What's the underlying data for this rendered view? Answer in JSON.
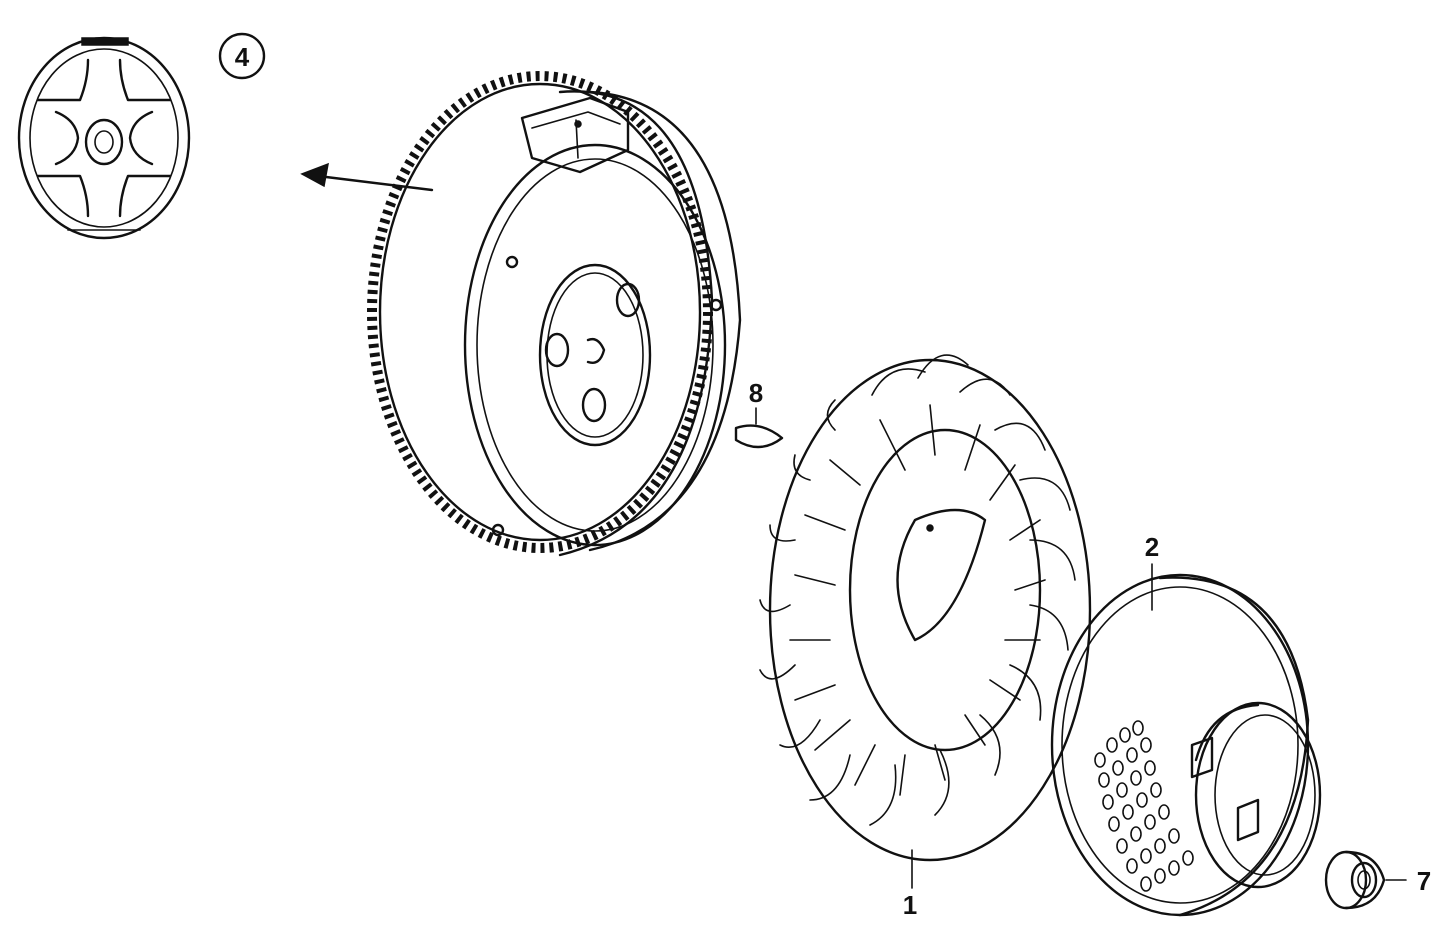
{
  "callouts": {
    "part_1": "1",
    "part_2": "2",
    "part_4": "4",
    "part_7": "7",
    "part_8": "8"
  },
  "colors": {
    "ink": "#111111",
    "background": "#ffffff"
  },
  "icons": [
    "flywheel-icon",
    "cooling-fan-icon",
    "starter-pulley-icon",
    "flange-nut-icon",
    "woodruff-key-icon",
    "flywheel-back-detail-icon",
    "direction-arrow-icon"
  ]
}
